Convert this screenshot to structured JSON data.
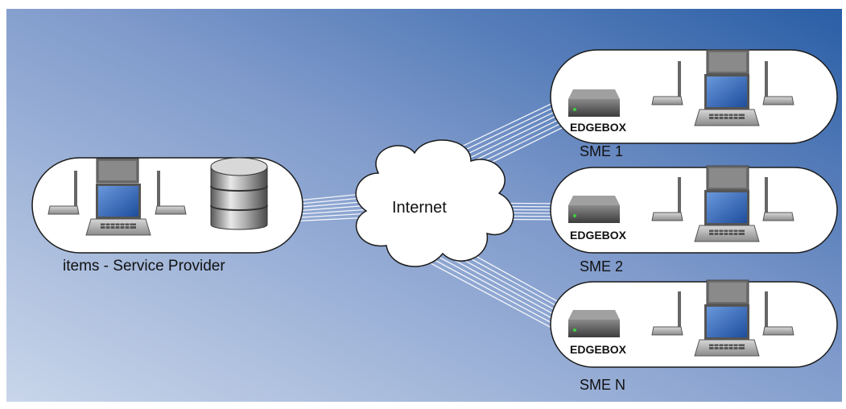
{
  "provider": {
    "label": "items - Service Provider"
  },
  "cloud": {
    "label": "Internet"
  },
  "sites": [
    {
      "label": "SME 1",
      "device_label": "EDGEBOX"
    },
    {
      "label": "SME 2",
      "device_label": "EDGEBOX"
    },
    {
      "label": "SME N",
      "device_label": "EDGEBOX"
    }
  ],
  "colors": {
    "background_light": "#c9d6ea",
    "background_dark": "#2a5ea6",
    "node_fill": "#ffffff",
    "node_stroke": "#1a1a1a",
    "screen": "#2f62b8",
    "link": "#ffffff"
  }
}
